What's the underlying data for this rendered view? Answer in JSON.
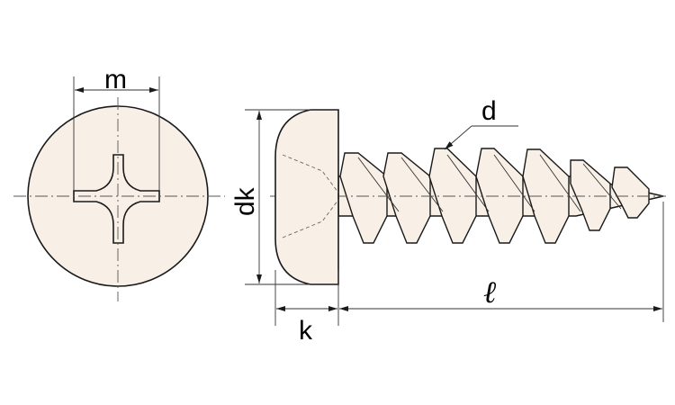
{
  "diagram": {
    "colors": {
      "body_fill": "#f8f0e6",
      "line": "#1a1a1a",
      "background": "#ffffff"
    },
    "labels": {
      "m": "m",
      "dk": "dk",
      "k": "k",
      "d": "d",
      "length": "ℓ"
    }
  }
}
